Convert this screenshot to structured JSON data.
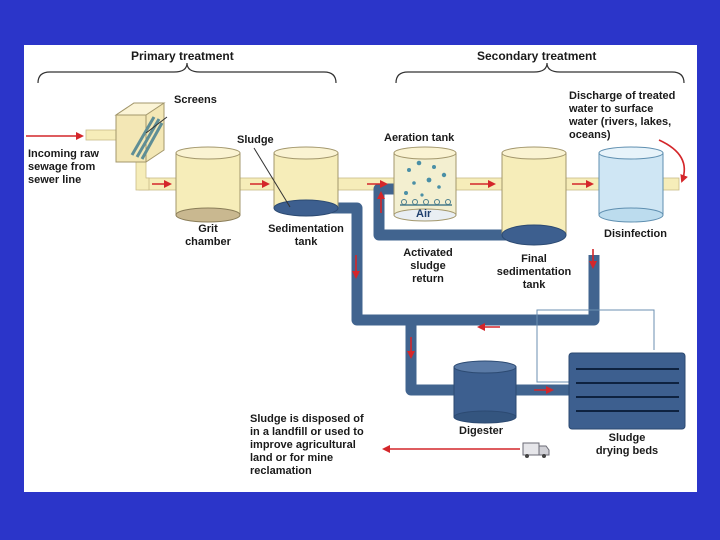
{
  "headers": {
    "primary": "Primary treatment",
    "secondary": "Secondary treatment"
  },
  "labels": {
    "screens": "Screens",
    "sludge": "Sludge",
    "aeration_tank": "Aeration tank",
    "discharge": [
      "Discharge of treated",
      "water to surface",
      "water (rivers, lakes,",
      "oceans)"
    ],
    "incoming": [
      "Incoming raw",
      "sewage from",
      "sewer line"
    ],
    "grit_chamber": [
      "Grit",
      "chamber"
    ],
    "sedimentation_tank": [
      "Sedimentation",
      "tank"
    ],
    "air": "Air",
    "disinfection": "Disinfection",
    "activated_sludge_return": [
      "Activated",
      "sludge",
      "return"
    ],
    "final_sedimentation_tank": [
      "Final",
      "sedimentation",
      "tank"
    ],
    "digester": "Digester",
    "sludge_disposal": [
      "Sludge is disposed of",
      "in a landfill or used to",
      "improve agricultural",
      "land or for mine",
      "reclamation"
    ],
    "sludge_drying_beds": [
      "Sludge",
      "drying beds"
    ]
  },
  "colors": {
    "background": "#2b35c9",
    "water": "#f6edb9",
    "sludge": "#3d5f8f",
    "pipe": "#41648f",
    "arrow": "#d4262a",
    "disinfection": "#cfe6f4"
  }
}
